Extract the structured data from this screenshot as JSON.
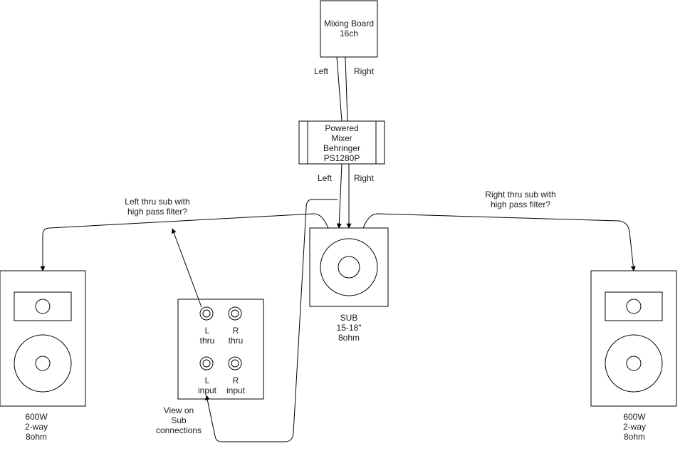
{
  "mixing_board": {
    "line1": "Mixing Board",
    "line2": "16ch"
  },
  "mixer_to_amp": {
    "left_label": "Left",
    "right_label": "Right"
  },
  "powered_mixer": {
    "line1": "Powered",
    "line2": "Mixer",
    "line3": "Behringer",
    "line4": "PS1280P"
  },
  "amp_to_sub": {
    "left_label": "Left",
    "right_label": "Right"
  },
  "left_thru_note": {
    "line1": "Left thru sub with",
    "line2": "high pass filter?"
  },
  "right_thru_note": {
    "line1": "Right thru sub with",
    "line2": "high pass filter?"
  },
  "sub": {
    "line1": "SUB",
    "line2": "15-18\"",
    "line3": "8ohm"
  },
  "left_speaker": {
    "line1": "600W",
    "line2": "2-way",
    "line3": "8ohm"
  },
  "right_speaker": {
    "line1": "600W",
    "line2": "2-way",
    "line3": "8ohm"
  },
  "sub_panel": {
    "l_thru": {
      "line1": "L",
      "line2": "thru"
    },
    "r_thru": {
      "line1": "R",
      "line2": "thru"
    },
    "l_input": {
      "line1": "L",
      "line2": "input"
    },
    "r_input": {
      "line1": "R",
      "line2": "input"
    }
  },
  "view_note": {
    "line1": "View on",
    "line2": "Sub",
    "line3": "connections"
  }
}
